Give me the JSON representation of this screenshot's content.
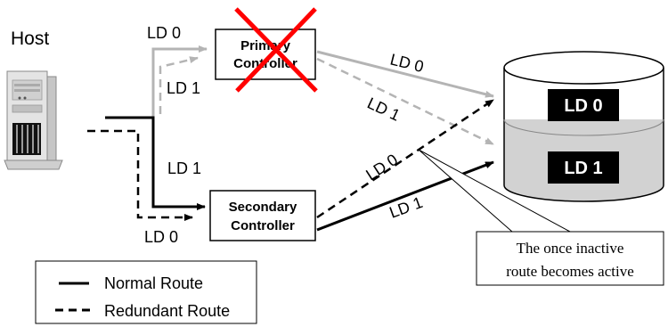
{
  "host": {
    "label": "Host"
  },
  "controllers": {
    "primary": {
      "line1": "Primary",
      "line2": "Controller",
      "failed": true
    },
    "secondary": {
      "line1": "Secondary",
      "line2": "Controller"
    }
  },
  "storage": {
    "drive_a": "LD 0",
    "drive_b": "LD 1"
  },
  "route_labels": {
    "host_primary_ld0": "LD 0",
    "host_primary_ld1": "LD 1",
    "host_secondary_ld1": "LD 1",
    "host_secondary_ld0": "LD 0",
    "primary_storage_ld0": "LD 0",
    "primary_storage_ld1": "LD 1",
    "secondary_storage_ld0": "LD 0",
    "secondary_storage_ld1": "LD 1"
  },
  "callout": {
    "line1": "The once inactive",
    "line2": "route becomes active"
  },
  "legend": {
    "normal": "Normal Route",
    "redundant": "Redundant Route"
  },
  "colors": {
    "active": "#000000",
    "inactive": "#b4b4b4",
    "failure_mark": "#ff0000",
    "drive_bg": "#000000",
    "drive_text": "#ffffff"
  }
}
